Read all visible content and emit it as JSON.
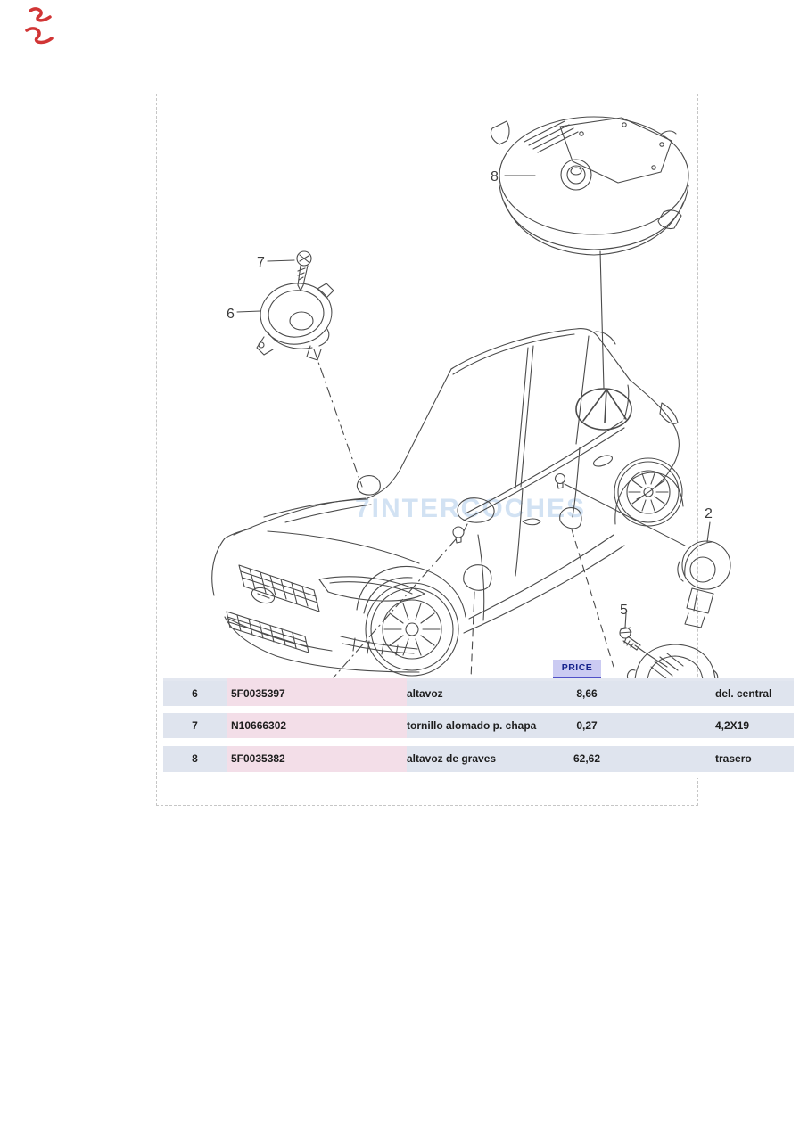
{
  "diagram": {
    "watermark": "7INTERCOCHES",
    "callouts": [
      {
        "label": "8"
      },
      {
        "label": "7"
      },
      {
        "label": "6"
      },
      {
        "label": "2"
      },
      {
        "label": "5"
      }
    ]
  },
  "table": {
    "price_header": "PRICE",
    "rows": [
      {
        "ref": "6",
        "part_number": "5F0035397",
        "description": "altavoz",
        "price": "8,66",
        "note": "del. central"
      },
      {
        "ref": "7",
        "part_number": "N10666302",
        "description": "tornillo alomado p. chapa",
        "price": "0,27",
        "note": "4,2X19"
      },
      {
        "ref": "8",
        "part_number": "5F0035382",
        "description": "altavoz de graves",
        "price": "62,62",
        "note": "trasero"
      }
    ]
  },
  "colors": {
    "row_background": "#dfe4ee",
    "part_cell_background": "#f3dee8",
    "price_tag_background": "#cbcbf2",
    "price_tag_text": "#16228c",
    "watermark": "#a7c6e8",
    "line_art": "#4b4b4b",
    "corner_scribble": "#cf2b2b"
  }
}
